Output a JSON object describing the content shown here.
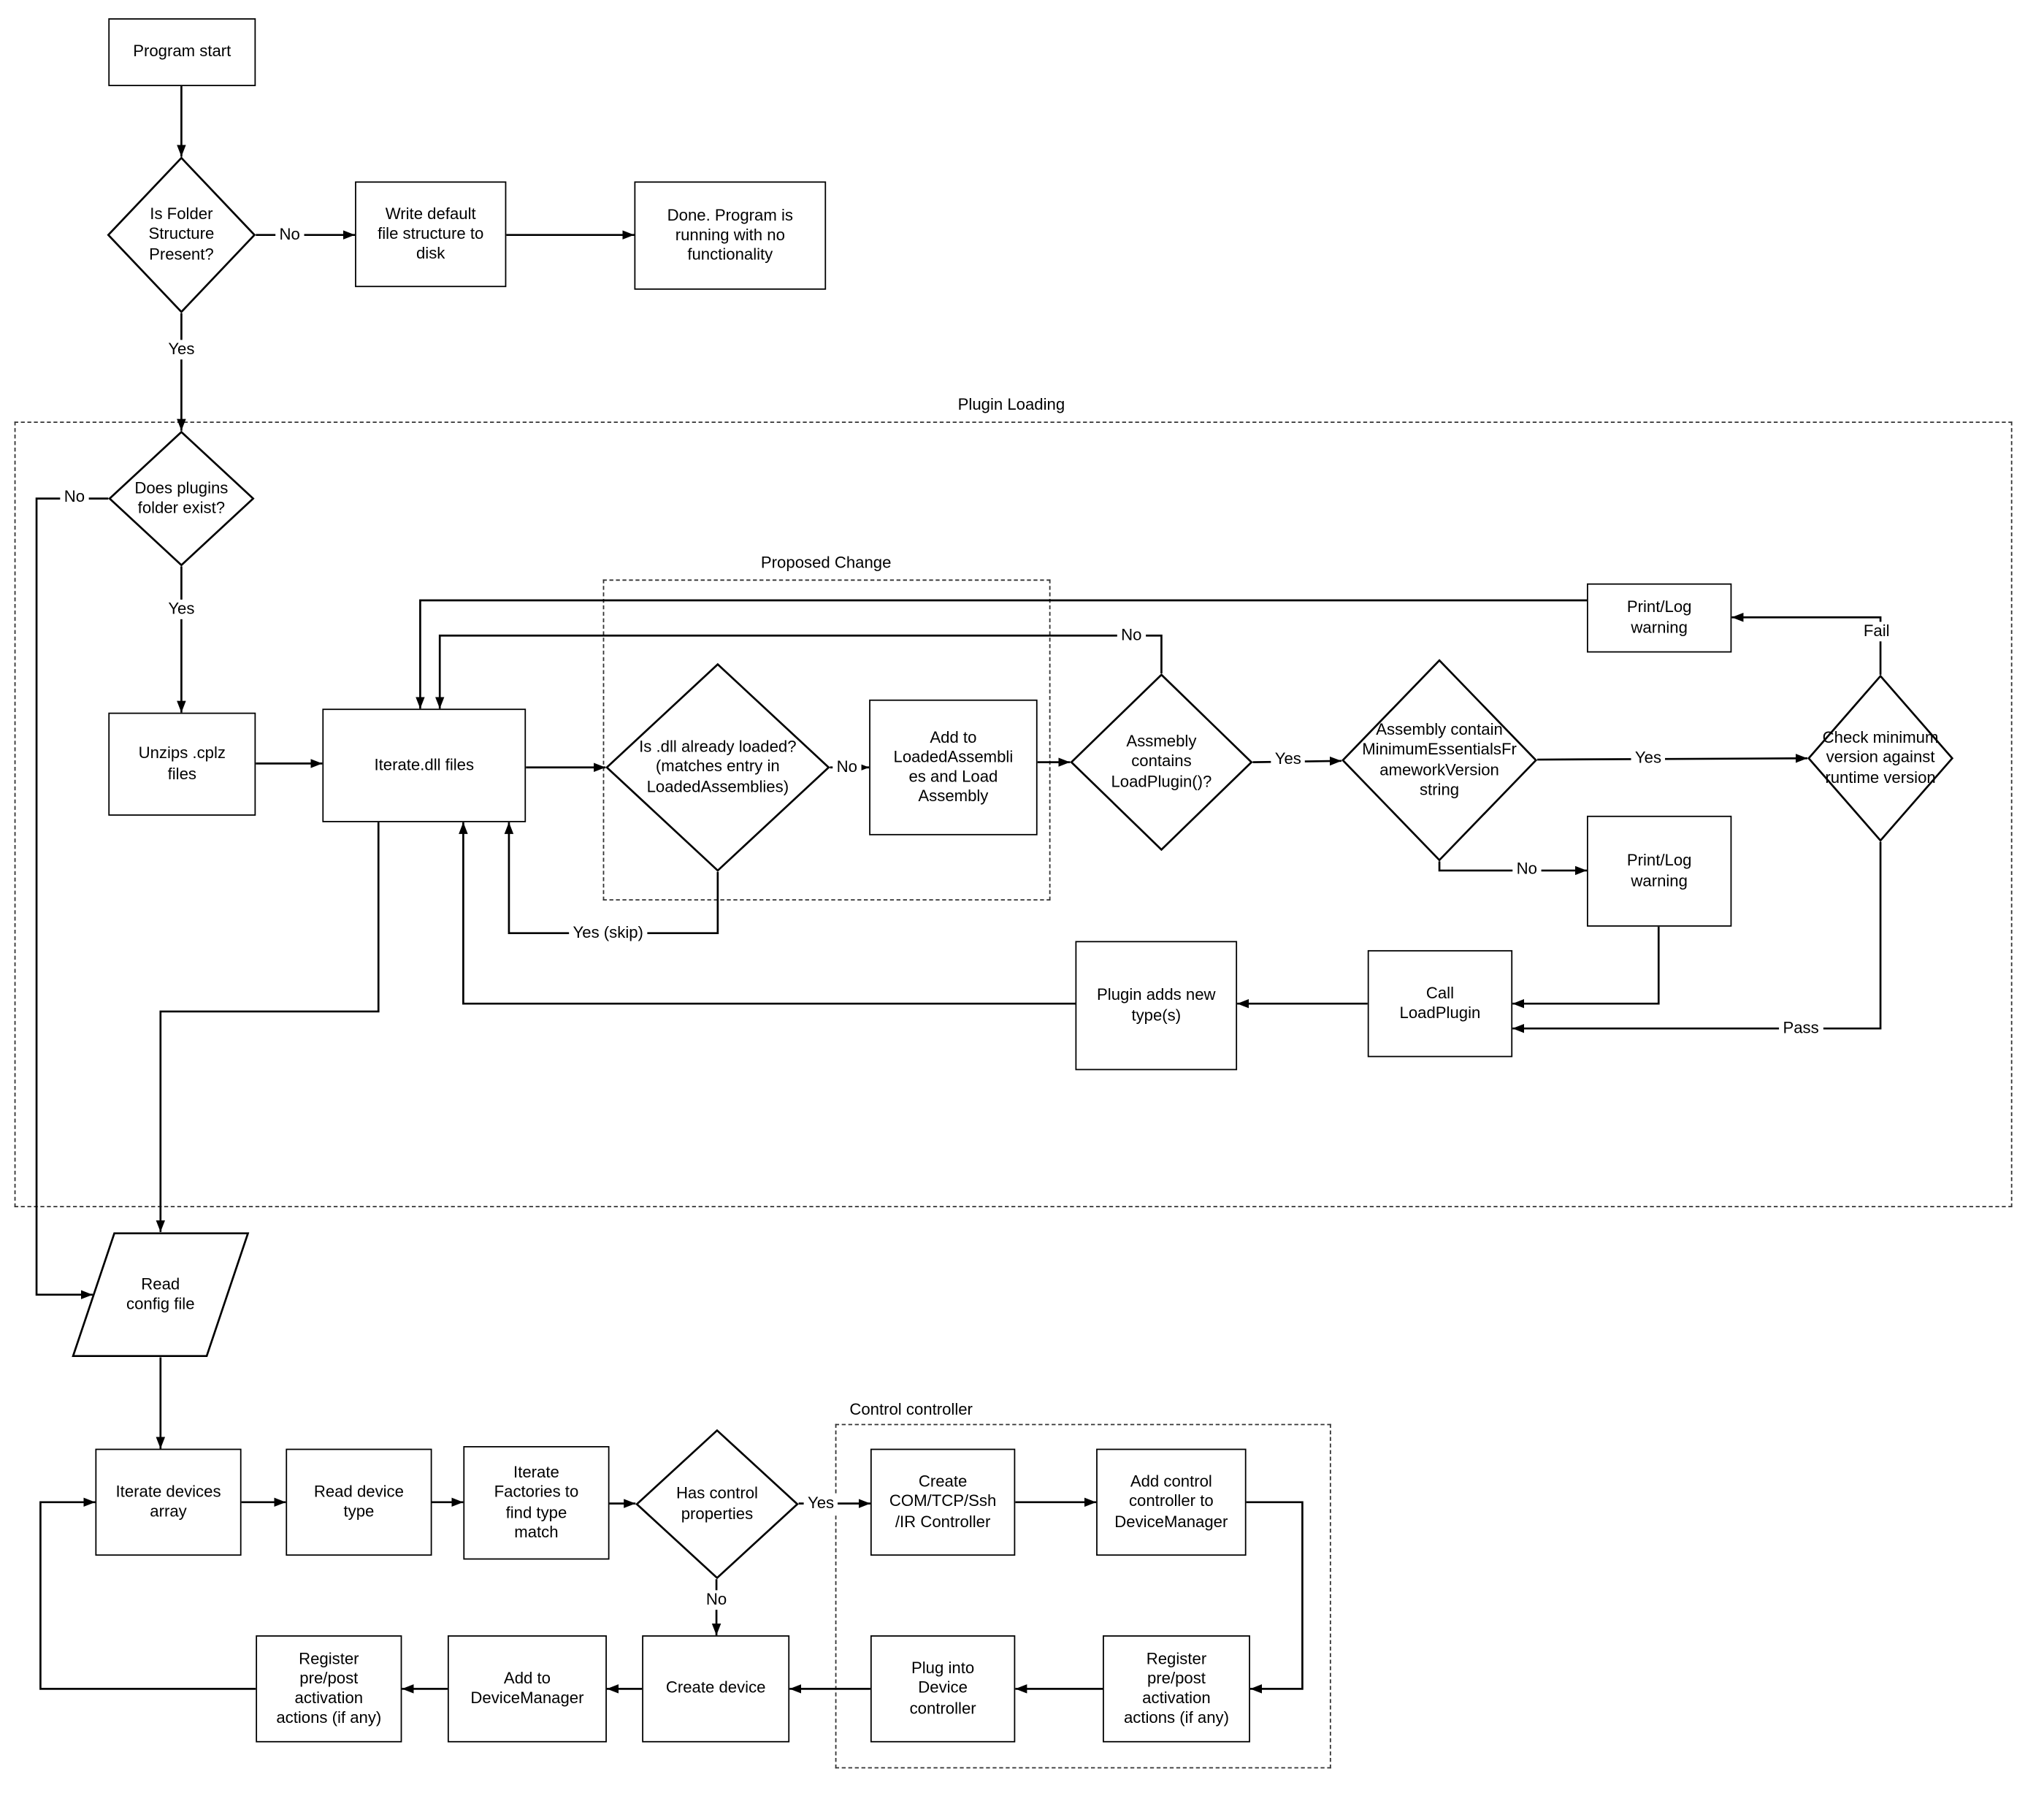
{
  "diagram": {
    "containers": {
      "plugin_loading": "Plugin Loading",
      "proposed_change": "Proposed Change",
      "control_controller": "Control controller"
    },
    "nodes": {
      "program_start": "Program start",
      "folder_structure_check": "Is Folder\nStructure\nPresent?",
      "write_default": "Write default\nfile structure to\ndisk",
      "done": "Done.  Program is\nrunning with no\nfunctionality",
      "plugins_folder_check": "Does plugins\nfolder exist?",
      "unzip_cplz": "Unzips .cplz\nfiles",
      "iterate_dll": "Iterate.dll files",
      "dll_loaded_check": "Is .dll already loaded?\n(matches entry in\nLoadedAssemblies)",
      "add_to_loaded": "Add to\nLoadedAssembli\nes and Load\nAssembly",
      "loadplugin_check": "Assmebly\ncontains\nLoadPlugin()?",
      "minversion_check": "Assembly contain\nMinimumEssentialsFr\nameworkVersion\nstring",
      "version_check": "Check minimum\nversion against\nruntime version",
      "print_log_warning_1": "Print/Log\nwarning",
      "print_log_warning_2": "Print/Log\nwarning",
      "call_loadplugin": "Call\nLoadPlugin",
      "plugin_adds_types": "Plugin adds new\ntype(s)",
      "read_config": "Read\nconfig file",
      "iterate_devices": "Iterate devices\narray",
      "read_device_type": "Read device\ntype",
      "iterate_factories": "Iterate\nFactories to\nfind type\nmatch",
      "control_props_check": "Has control\nproperties",
      "create_controller": "Create\nCOM/TCP/Ssh\n/IR Controller",
      "add_control_controller": "Add control\ncontroller to\nDeviceManager",
      "register_prepost_control": "Register\npre/post\nactivation\nactions (if any)",
      "plug_into_device": "Plug into\nDevice\ncontroller",
      "create_device": "Create device",
      "add_to_devicemanager": "Add to\nDeviceManager",
      "register_prepost_device": "Register\npre/post\nactivation\nactions (if any)"
    },
    "edge_labels": {
      "folder_no": "No",
      "folder_yes": "Yes",
      "plugins_no": "No",
      "plugins_yes": "Yes",
      "loaded_no": "No",
      "loaded_yes_skip": "Yes (skip)",
      "loadplugin_no": "No",
      "loadplugin_yes": "Yes",
      "minversion_yes": "Yes",
      "minversion_no": "No",
      "version_fail": "Fail",
      "version_pass": "Pass",
      "control_yes": "Yes",
      "control_no": "No"
    }
  }
}
